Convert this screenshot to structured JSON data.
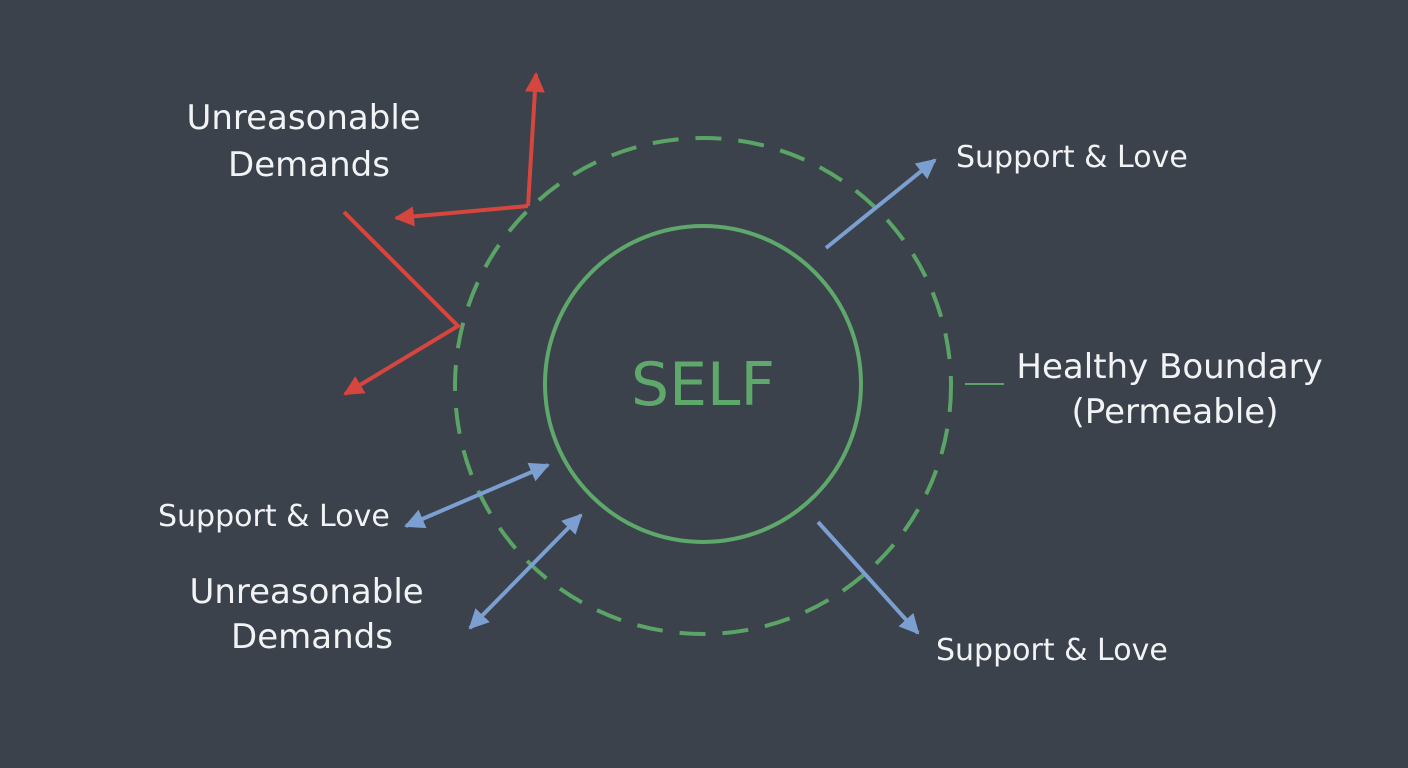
{
  "center_label": "SELF",
  "boundary_label": {
    "line1": "Healthy Boundary",
    "line2": "(Permeable)"
  },
  "labels": {
    "top_left_demands": {
      "line1": "Unreasonable",
      "line2": "Demands"
    },
    "top_right_support": "Support & Love",
    "mid_left_support": "Support & Love",
    "bottom_left_demands": {
      "line1": "Unreasonable",
      "line2": "Demands"
    },
    "bottom_right_support": "Support & Love"
  },
  "colors": {
    "background": "#3b424c",
    "self_circle": "#5fa86b",
    "boundary": "#5aa466",
    "demand_arrow": "#d6463f",
    "support_arrow": "#7b9fd0",
    "text": "#f2f3f5"
  }
}
